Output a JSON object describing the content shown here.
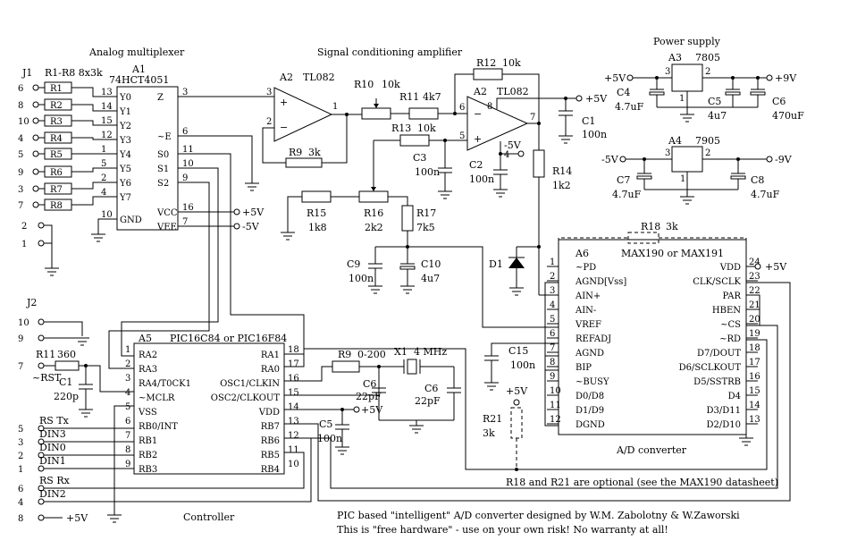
{
  "sections": {
    "mux": "Analog multiplexer",
    "amp": "Signal conditioning amplifier",
    "psu": "Power supply",
    "ctrl": "Controller",
    "adc": "A/D converter"
  },
  "connectors": {
    "j1": "J1",
    "j1_res": "R1-R8 8x3k",
    "j2": "J2",
    "j1_pins": [
      "6",
      "8",
      "10",
      "4",
      "5",
      "9",
      "3",
      "7",
      "2",
      "1"
    ],
    "j2_pins": [
      "10",
      "9",
      "7",
      "5",
      "3",
      "2",
      "1",
      "6",
      "4",
      "8"
    ]
  },
  "mux": {
    "ref": "A1",
    "part": "74HCT4051",
    "resistors": [
      "R1",
      "R2",
      "R3",
      "R4",
      "R5",
      "R6",
      "R7",
      "R8"
    ],
    "left_pins": [
      {
        "num": "13",
        "name": "Y0"
      },
      {
        "num": "14",
        "name": "Y1"
      },
      {
        "num": "15",
        "name": "Y2"
      },
      {
        "num": "12",
        "name": "Y3"
      },
      {
        "num": "1",
        "name": "Y4"
      },
      {
        "num": "5",
        "name": "Y5"
      },
      {
        "num": "2",
        "name": "Y6"
      },
      {
        "num": "4",
        "name": "Y7"
      },
      {
        "num": "10",
        "name": "GND"
      }
    ],
    "right_pins": [
      {
        "num": "3",
        "name": "Z"
      },
      {
        "num": "6",
        "name": "~E"
      },
      {
        "num": "11",
        "name": "S0"
      },
      {
        "num": "10",
        "name": "S1"
      },
      {
        "num": "9",
        "name": "S2"
      },
      {
        "num": "16",
        "name": "VCC"
      },
      {
        "num": "7",
        "name": "VEE"
      }
    ],
    "vcc": "+5V",
    "vee": "-5V"
  },
  "amp": {
    "a2_ref": "A2",
    "a2_part": "TL082",
    "a2b_ref": "A2",
    "a2b_part": "TL082",
    "pins": {
      "p3": "3",
      "p2": "2",
      "p1": "1",
      "p6": "6",
      "p5": "5",
      "p7": "7",
      "p8": "8",
      "p4": "4"
    },
    "r10": "R10",
    "r10v": "10k",
    "r11": "R11",
    "r11v": "4k7",
    "r12": "R12",
    "r12v": "10k",
    "r13": "R13",
    "r13v": "10k",
    "r9": "R9",
    "r9v": "3k",
    "r14": "R14",
    "r14v": "1k2",
    "r15": "R15",
    "r15v": "1k8",
    "r16": "R16",
    "r16v": "2k2",
    "r17": "R17",
    "r17v": "7k5",
    "c1": "C1",
    "c1v": "100n",
    "c2": "C2",
    "c2v": "100n",
    "c3": "C3",
    "c3v": "100n",
    "c9": "C9",
    "c9v": "100n",
    "c10": "C10",
    "c10v": "4u7",
    "d1": "D1",
    "plus5": "+5V",
    "minus5": "-5V"
  },
  "psu": {
    "a3": "A3",
    "a3p": "7805",
    "a4": "A4",
    "a4p": "7905",
    "c4": "C4",
    "c4v": "4.7uF",
    "c5": "C5",
    "c5v": "4u7",
    "c6": "C6",
    "c6v": "470uF",
    "c7": "C7",
    "c7v": "4.7uF",
    "c8": "C8",
    "c8v": "4.7uF",
    "plus5": "+5V",
    "plus9": "+9V",
    "minus5": "-5V",
    "minus9": "-9V",
    "p1": "1",
    "p2": "2",
    "p3": "3"
  },
  "adc": {
    "r18": "R18",
    "r18v": "3k",
    "ref": "A6",
    "part": "MAX190 or MAX191",
    "left_pins": [
      {
        "num": "1",
        "name": "~PD"
      },
      {
        "num": "2",
        "name": "AGND[Vss]"
      },
      {
        "num": "3",
        "name": "AIN+"
      },
      {
        "num": "4",
        "name": "AIN-"
      },
      {
        "num": "5",
        "name": "VREF"
      },
      {
        "num": "6",
        "name": "REFADJ"
      },
      {
        "num": "7",
        "name": "AGND"
      },
      {
        "num": "8",
        "name": "BIP"
      },
      {
        "num": "9",
        "name": "~BUSY"
      },
      {
        "num": "10",
        "name": "D0/D8"
      },
      {
        "num": "11",
        "name": "D1/D9"
      },
      {
        "num": "12",
        "name": "DGND"
      }
    ],
    "right_pins": [
      {
        "num": "24",
        "name": "VDD"
      },
      {
        "num": "23",
        "name": "CLK/SCLK"
      },
      {
        "num": "22",
        "name": "PAR"
      },
      {
        "num": "21",
        "name": "HBEN"
      },
      {
        "num": "20",
        "name": "~CS"
      },
      {
        "num": "19",
        "name": "~RD"
      },
      {
        "num": "18",
        "name": "D7/DOUT"
      },
      {
        "num": "17",
        "name": "D6/SCLKOUT"
      },
      {
        "num": "16",
        "name": "D5/SSTRB"
      },
      {
        "num": "15",
        "name": "D4"
      },
      {
        "num": "14",
        "name": "D3/D11"
      },
      {
        "num": "13",
        "name": "D2/D10"
      }
    ],
    "vdd": "+5V",
    "c15": "C15",
    "c15v": "100n",
    "r21": "R21",
    "r21v": "3k",
    "r21supply": "+5V",
    "note": "R18 and R21 are optional (see the MAX190 datasheet)"
  },
  "ctrl": {
    "ref": "A5",
    "part": "PIC16C84 or PIC16F84",
    "left_pins": [
      {
        "num": "1",
        "name": "RA2"
      },
      {
        "num": "2",
        "name": "RA3"
      },
      {
        "num": "3",
        "name": "RA4/T0CK1"
      },
      {
        "num": "4",
        "name": "~MCLR"
      },
      {
        "num": "5",
        "name": "VSS"
      },
      {
        "num": "6",
        "name": "RB0/INT"
      },
      {
        "num": "7",
        "name": "RB1"
      },
      {
        "num": "8",
        "name": "RB2"
      },
      {
        "num": "9",
        "name": "RB3"
      }
    ],
    "right_pins": [
      {
        "num": "18",
        "name": "RA1"
      },
      {
        "num": "17",
        "name": "RA0"
      },
      {
        "num": "16",
        "name": "OSC1/CLKIN"
      },
      {
        "num": "15",
        "name": "OSC2/CLKOUT"
      },
      {
        "num": "14",
        "name": "VDD"
      },
      {
        "num": "13",
        "name": "RB7"
      },
      {
        "num": "12",
        "name": "RB6"
      },
      {
        "num": "11",
        "name": "RB5"
      },
      {
        "num": "10",
        "name": "RB4"
      }
    ],
    "r11": "R11",
    "r11v": "360",
    "rst": "~RST",
    "c1": "C1",
    "c1v": "220p",
    "r9": "R9",
    "r9v": "0-200",
    "x1": "X1",
    "x1v": "4 MHz",
    "c6a": "C6",
    "c6av": "22pF",
    "c6b": "C6",
    "c6bv": "22pF",
    "c5": "C5",
    "c5v": "100n",
    "vdd": "+5V",
    "j2_plus5": "+5V",
    "signals": [
      "RS Tx",
      "DIN3",
      "DIN0",
      "DIN1",
      "RS Rx",
      "DIN2"
    ]
  },
  "footer": {
    "line1": "PIC based \"intelligent\" A/D converter designed by W.M. Zabolotny & W.Zaworski",
    "line2": "This is \"free hardware\" - use on your own risk! No warranty at all!"
  }
}
